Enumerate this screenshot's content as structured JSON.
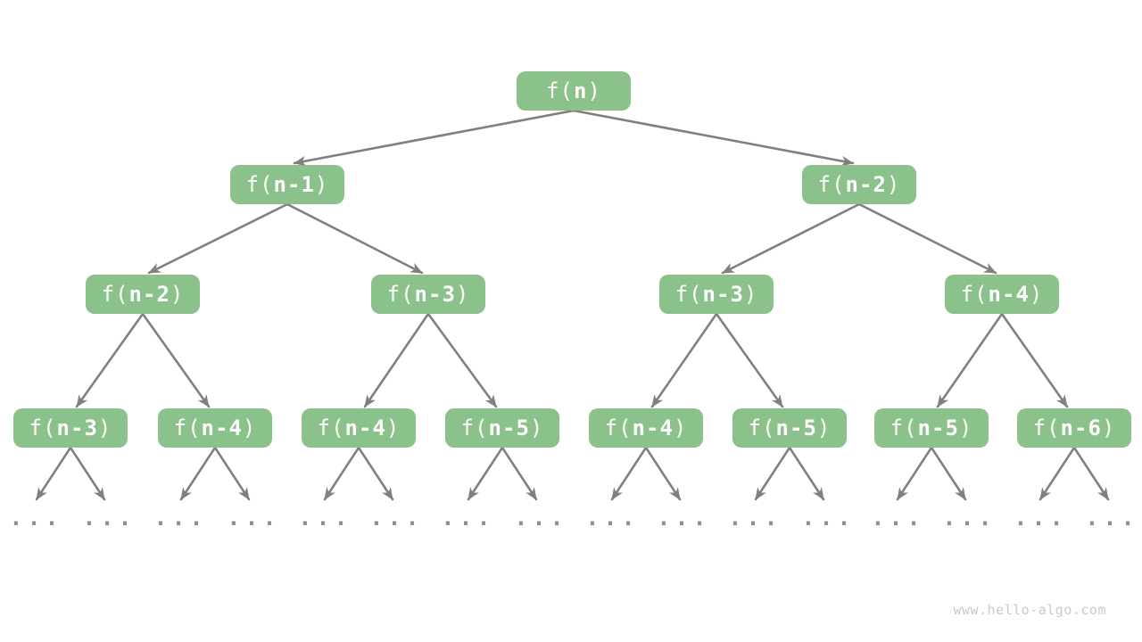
{
  "colors": {
    "background": "#FFFFFF",
    "node_fill": "#8BC18B",
    "node_text": "#FFFFFF",
    "edge": "#808080",
    "leaf_dots": "#8F8F8F",
    "watermark": "#C9C9C9"
  },
  "tree": {
    "levels": [
      {
        "nodes": [
          {
            "prefix": "f(",
            "arg": "n",
            "suffix": ")"
          }
        ]
      },
      {
        "nodes": [
          {
            "prefix": "f(",
            "arg": "n-1",
            "suffix": ")"
          },
          {
            "prefix": "f(",
            "arg": "n-2",
            "suffix": ")"
          }
        ]
      },
      {
        "nodes": [
          {
            "prefix": "f(",
            "arg": "n-2",
            "suffix": ")"
          },
          {
            "prefix": "f(",
            "arg": "n-3",
            "suffix": ")"
          },
          {
            "prefix": "f(",
            "arg": "n-3",
            "suffix": ")"
          },
          {
            "prefix": "f(",
            "arg": "n-4",
            "suffix": ")"
          }
        ]
      },
      {
        "nodes": [
          {
            "prefix": "f(",
            "arg": "n-3",
            "suffix": ")"
          },
          {
            "prefix": "f(",
            "arg": "n-4",
            "suffix": ")"
          },
          {
            "prefix": "f(",
            "arg": "n-4",
            "suffix": ")"
          },
          {
            "prefix": "f(",
            "arg": "n-5",
            "suffix": ")"
          },
          {
            "prefix": "f(",
            "arg": "n-4",
            "suffix": ")"
          },
          {
            "prefix": "f(",
            "arg": "n-5",
            "suffix": ")"
          },
          {
            "prefix": "f(",
            "arg": "n-5",
            "suffix": ")"
          },
          {
            "prefix": "f(",
            "arg": "n-6",
            "suffix": ")"
          }
        ]
      }
    ],
    "leaves": [
      "...",
      "...",
      "...",
      "...",
      "...",
      "...",
      "...",
      "...",
      "...",
      "...",
      "...",
      "...",
      "...",
      "...",
      "...",
      "..."
    ]
  },
  "watermark": "www.hello-algo.com"
}
